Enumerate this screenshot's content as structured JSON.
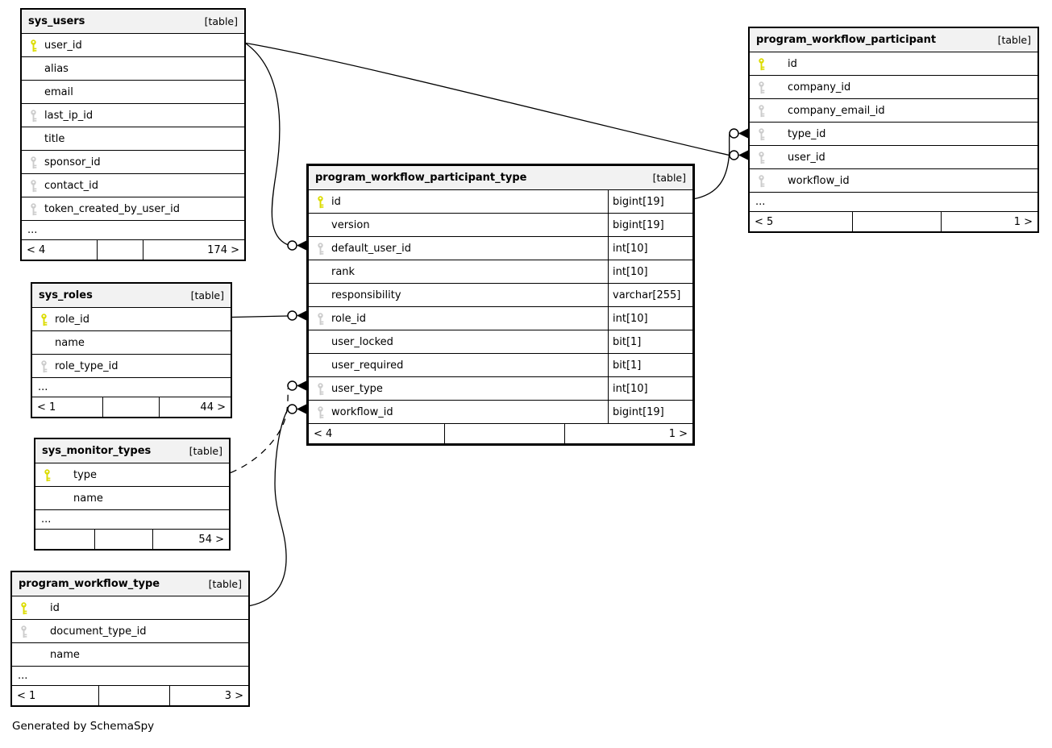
{
  "diagram": {
    "credit": "Generated by SchemaSpy",
    "colors": {
      "primary_key_icon": "#dcdc00",
      "foreign_key_icon": "#cccccc",
      "header_background": "#f2f2f2",
      "border": "#000000"
    }
  },
  "tables": {
    "sys_users": {
      "title": "sys_users",
      "tag": "[table]",
      "columns": [
        {
          "name": "user_id",
          "key": "primary"
        },
        {
          "name": "alias",
          "key": null
        },
        {
          "name": "email",
          "key": null
        },
        {
          "name": "last_ip_id",
          "key": "foreign"
        },
        {
          "name": "title",
          "key": null
        },
        {
          "name": "sponsor_id",
          "key": "foreign"
        },
        {
          "name": "contact_id",
          "key": "foreign"
        },
        {
          "name": "token_created_by_user_id",
          "key": "foreign"
        }
      ],
      "ellipsis": "...",
      "footer": [
        "< 4",
        "",
        "174 >"
      ]
    },
    "program_workflow_participant": {
      "title": "program_workflow_participant",
      "tag": "[table]",
      "columns": [
        {
          "name": "id",
          "key": "primary"
        },
        {
          "name": "company_id",
          "key": "foreign"
        },
        {
          "name": "company_email_id",
          "key": "foreign"
        },
        {
          "name": "type_id",
          "key": "foreign"
        },
        {
          "name": "user_id",
          "key": "foreign"
        },
        {
          "name": "workflow_id",
          "key": "foreign"
        }
      ],
      "ellipsis": "...",
      "footer": [
        "< 5",
        "",
        "1 >"
      ]
    },
    "program_workflow_participant_type": {
      "title": "program_workflow_participant_type",
      "tag": "[table]",
      "columns": [
        {
          "name": "id",
          "type": "bigint[19]",
          "key": "primary"
        },
        {
          "name": "version",
          "type": "bigint[19]",
          "key": null
        },
        {
          "name": "default_user_id",
          "type": "int[10]",
          "key": "foreign"
        },
        {
          "name": "rank",
          "type": "int[10]",
          "key": null
        },
        {
          "name": "responsibility",
          "type": "varchar[255]",
          "key": null
        },
        {
          "name": "role_id",
          "type": "int[10]",
          "key": "foreign"
        },
        {
          "name": "user_locked",
          "type": "bit[1]",
          "key": null
        },
        {
          "name": "user_required",
          "type": "bit[1]",
          "key": null
        },
        {
          "name": "user_type",
          "type": "int[10]",
          "key": "foreign"
        },
        {
          "name": "workflow_id",
          "type": "bigint[19]",
          "key": "foreign"
        }
      ],
      "footer": [
        "< 4",
        "",
        "1 >"
      ]
    },
    "sys_roles": {
      "title": "sys_roles",
      "tag": "[table]",
      "columns": [
        {
          "name": "role_id",
          "key": "primary"
        },
        {
          "name": "name",
          "key": null
        },
        {
          "name": "role_type_id",
          "key": "foreign"
        }
      ],
      "ellipsis": "...",
      "footer": [
        "< 1",
        "",
        "44 >"
      ]
    },
    "sys_monitor_types": {
      "title": "sys_monitor_types",
      "tag": "[table]",
      "columns": [
        {
          "name": "type",
          "key": "primary"
        },
        {
          "name": "name",
          "key": null
        }
      ],
      "ellipsis": "...",
      "footer": [
        "",
        "",
        "54 >"
      ]
    },
    "program_workflow_type": {
      "title": "program_workflow_type",
      "tag": "[table]",
      "columns": [
        {
          "name": "id",
          "key": "primary"
        },
        {
          "name": "document_type_id",
          "key": "foreign"
        },
        {
          "name": "name",
          "key": null
        }
      ],
      "ellipsis": "...",
      "footer": [
        "< 1",
        "",
        "3 >"
      ]
    }
  },
  "relationships": [
    {
      "from": "sys_users.user_id",
      "to": "program_workflow_participant.user_id",
      "style": "solid"
    },
    {
      "from": "sys_users.user_id",
      "to": "program_workflow_participant_type.default_user_id",
      "style": "solid"
    },
    {
      "from": "program_workflow_participant_type.id",
      "to": "program_workflow_participant.type_id",
      "style": "solid"
    },
    {
      "from": "sys_roles.role_id",
      "to": "program_workflow_participant_type.role_id",
      "style": "solid"
    },
    {
      "from": "sys_monitor_types.type",
      "to": "program_workflow_participant_type.user_type",
      "style": "dashed"
    },
    {
      "from": "program_workflow_type.id",
      "to": "program_workflow_participant_type.workflow_id",
      "style": "solid"
    }
  ]
}
